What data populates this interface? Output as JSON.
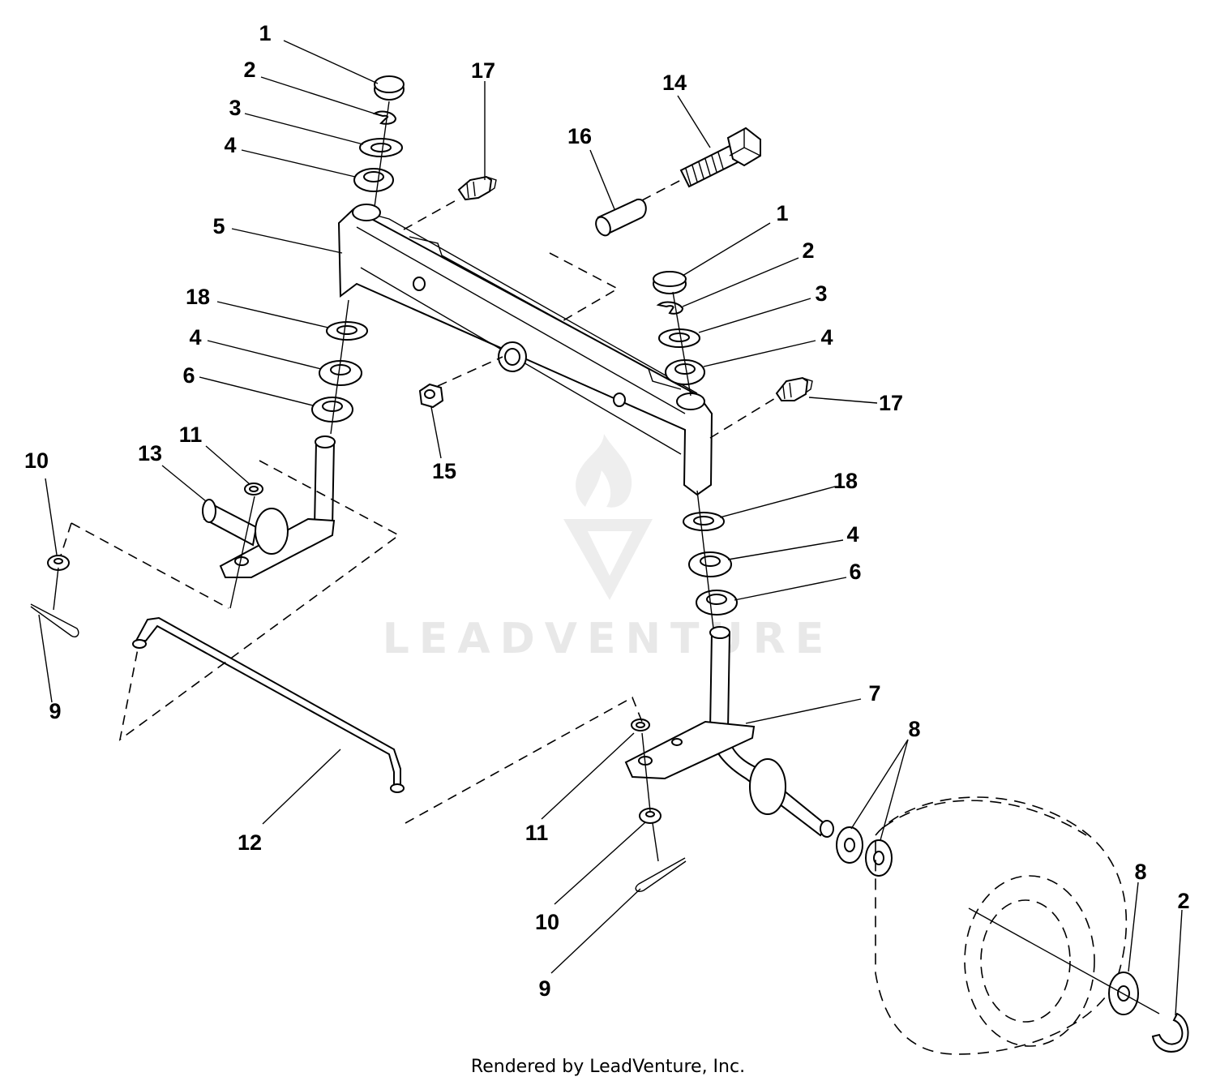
{
  "diagram": {
    "footer": "Rendered by LeadVenture, Inc.",
    "watermark": "LEADVENTURE",
    "callouts": {
      "c1a": "1",
      "c2a": "2",
      "c3a": "3",
      "c4a": "4",
      "c5": "5",
      "c18a": "18",
      "c4b": "4",
      "c6a": "6",
      "c17a": "17",
      "c16": "16",
      "c14": "14",
      "c1b": "1",
      "c2b": "2",
      "c3b": "3",
      "c4c": "4",
      "c17b": "17",
      "c15": "15",
      "c10a": "10",
      "c13": "13",
      "c11a": "11",
      "c9a": "9",
      "c18b": "18",
      "c4d": "4",
      "c6b": "6",
      "c7": "7",
      "c8a": "8",
      "c12": "12",
      "c11b": "11",
      "c10b": "10",
      "c9b": "9",
      "c8b": "8",
      "c2c": "2"
    }
  }
}
